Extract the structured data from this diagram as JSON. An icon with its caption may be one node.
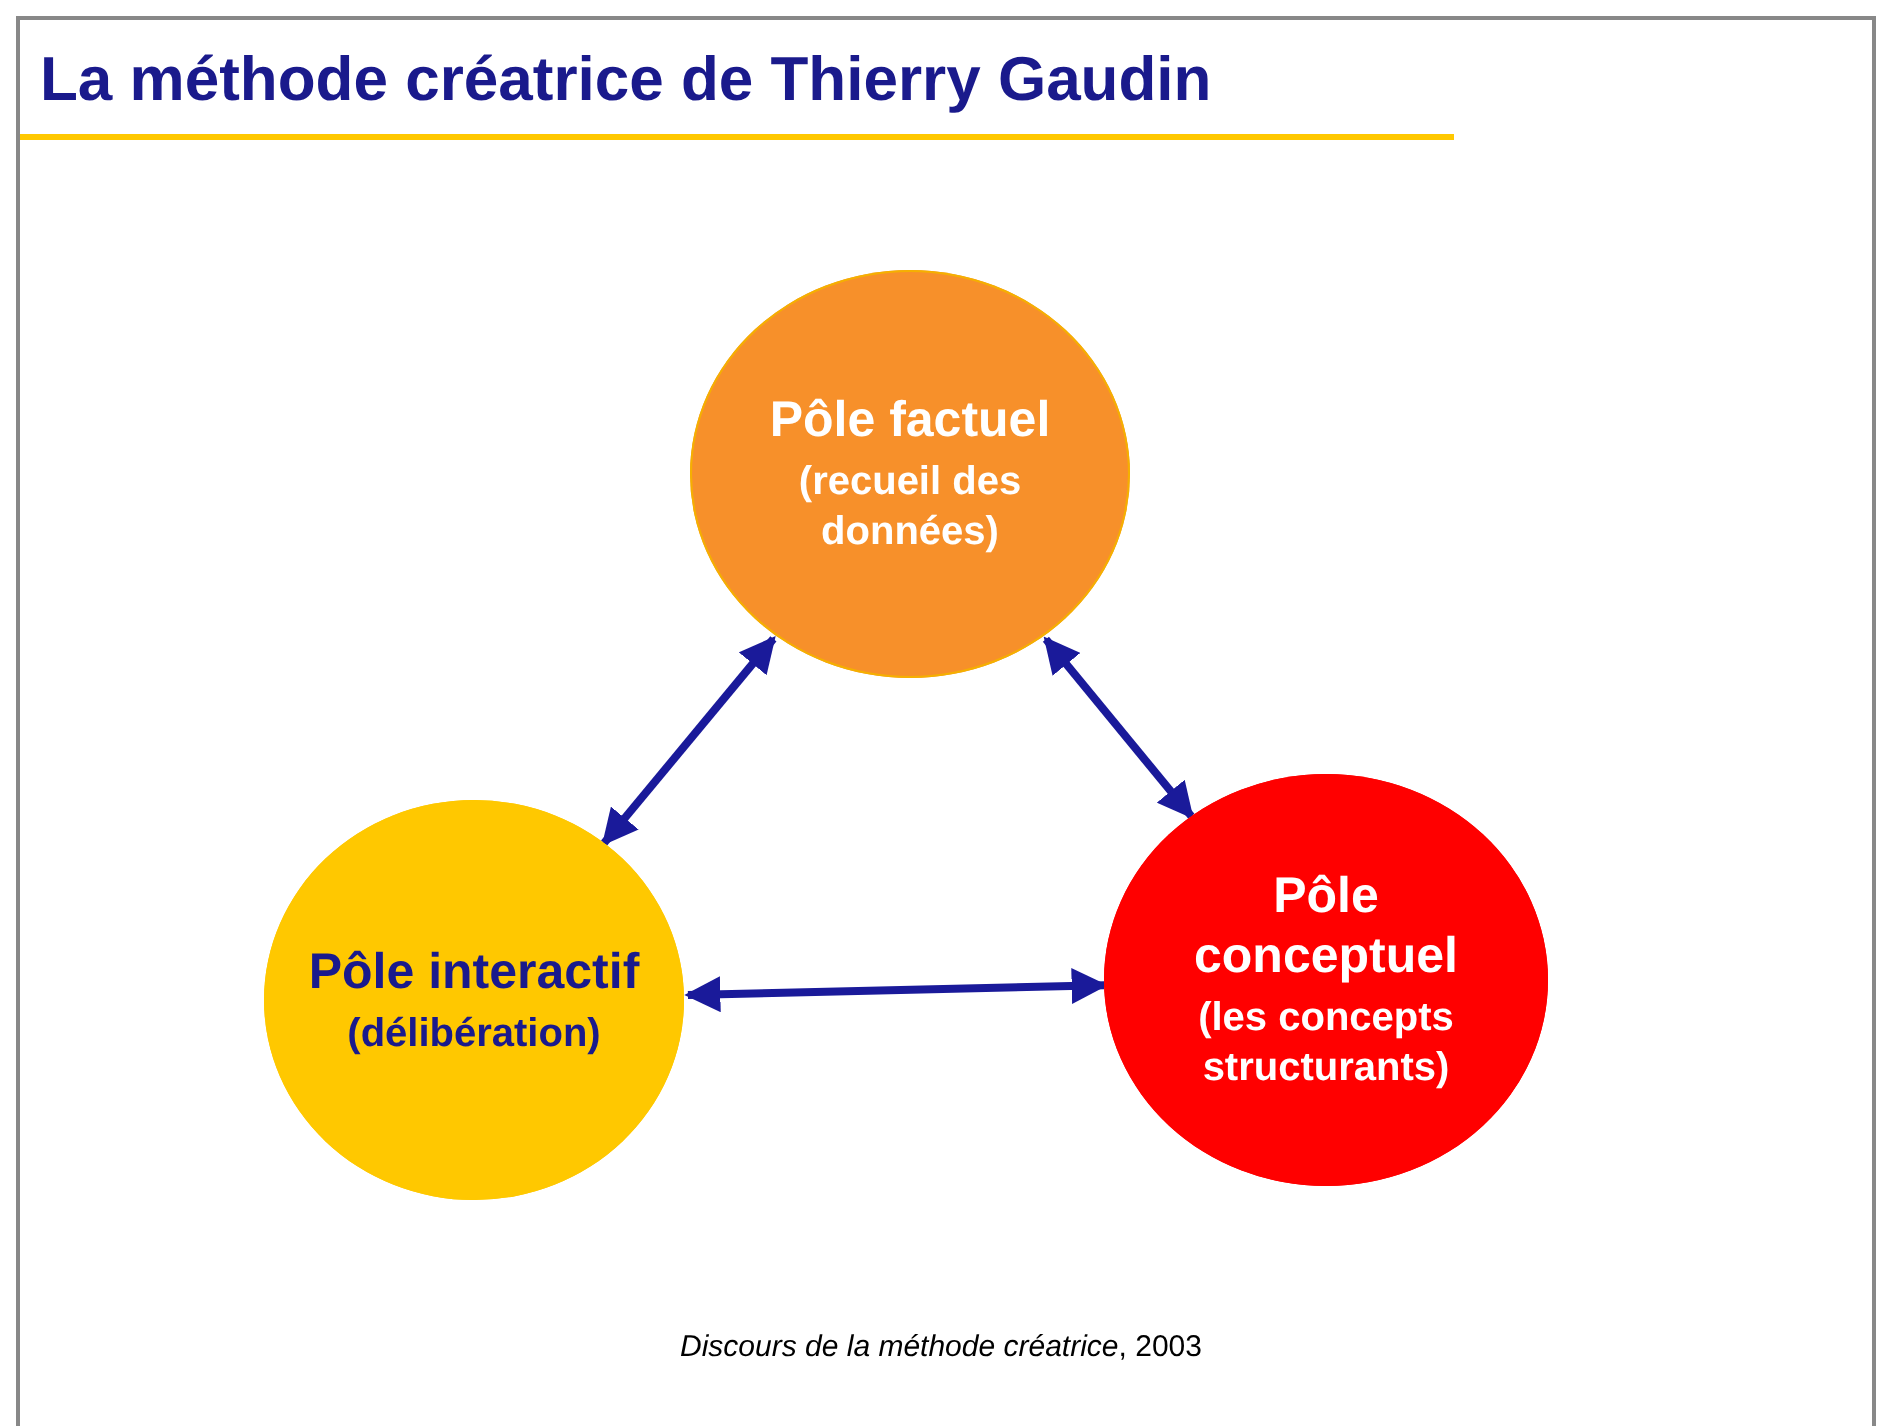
{
  "diagram": {
    "title": "La méthode créatrice de Thierry Gaudin",
    "caption": "*Discours de la méthode créatrice*, 2003",
    "nodes": [
      {
        "text": [
          "Pôle factuel",
          "(recueil des données)"
        ]
      },
      {
        "text": [
          "Pôle interactif",
          "(délibération)"
        ]
      },
      {
        "text": [
          "Pôle conceptuel",
          "(les concepts structurants)"
        ]
      }
    ],
    "edges": [
      {
        "from": 0,
        "to": 1,
        "arrow": "both"
      },
      {
        "from": 0,
        "to": 2,
        "arrow": "both"
      },
      {
        "from": 1,
        "to": 2,
        "arrow": "both"
      }
    ]
  }
}
